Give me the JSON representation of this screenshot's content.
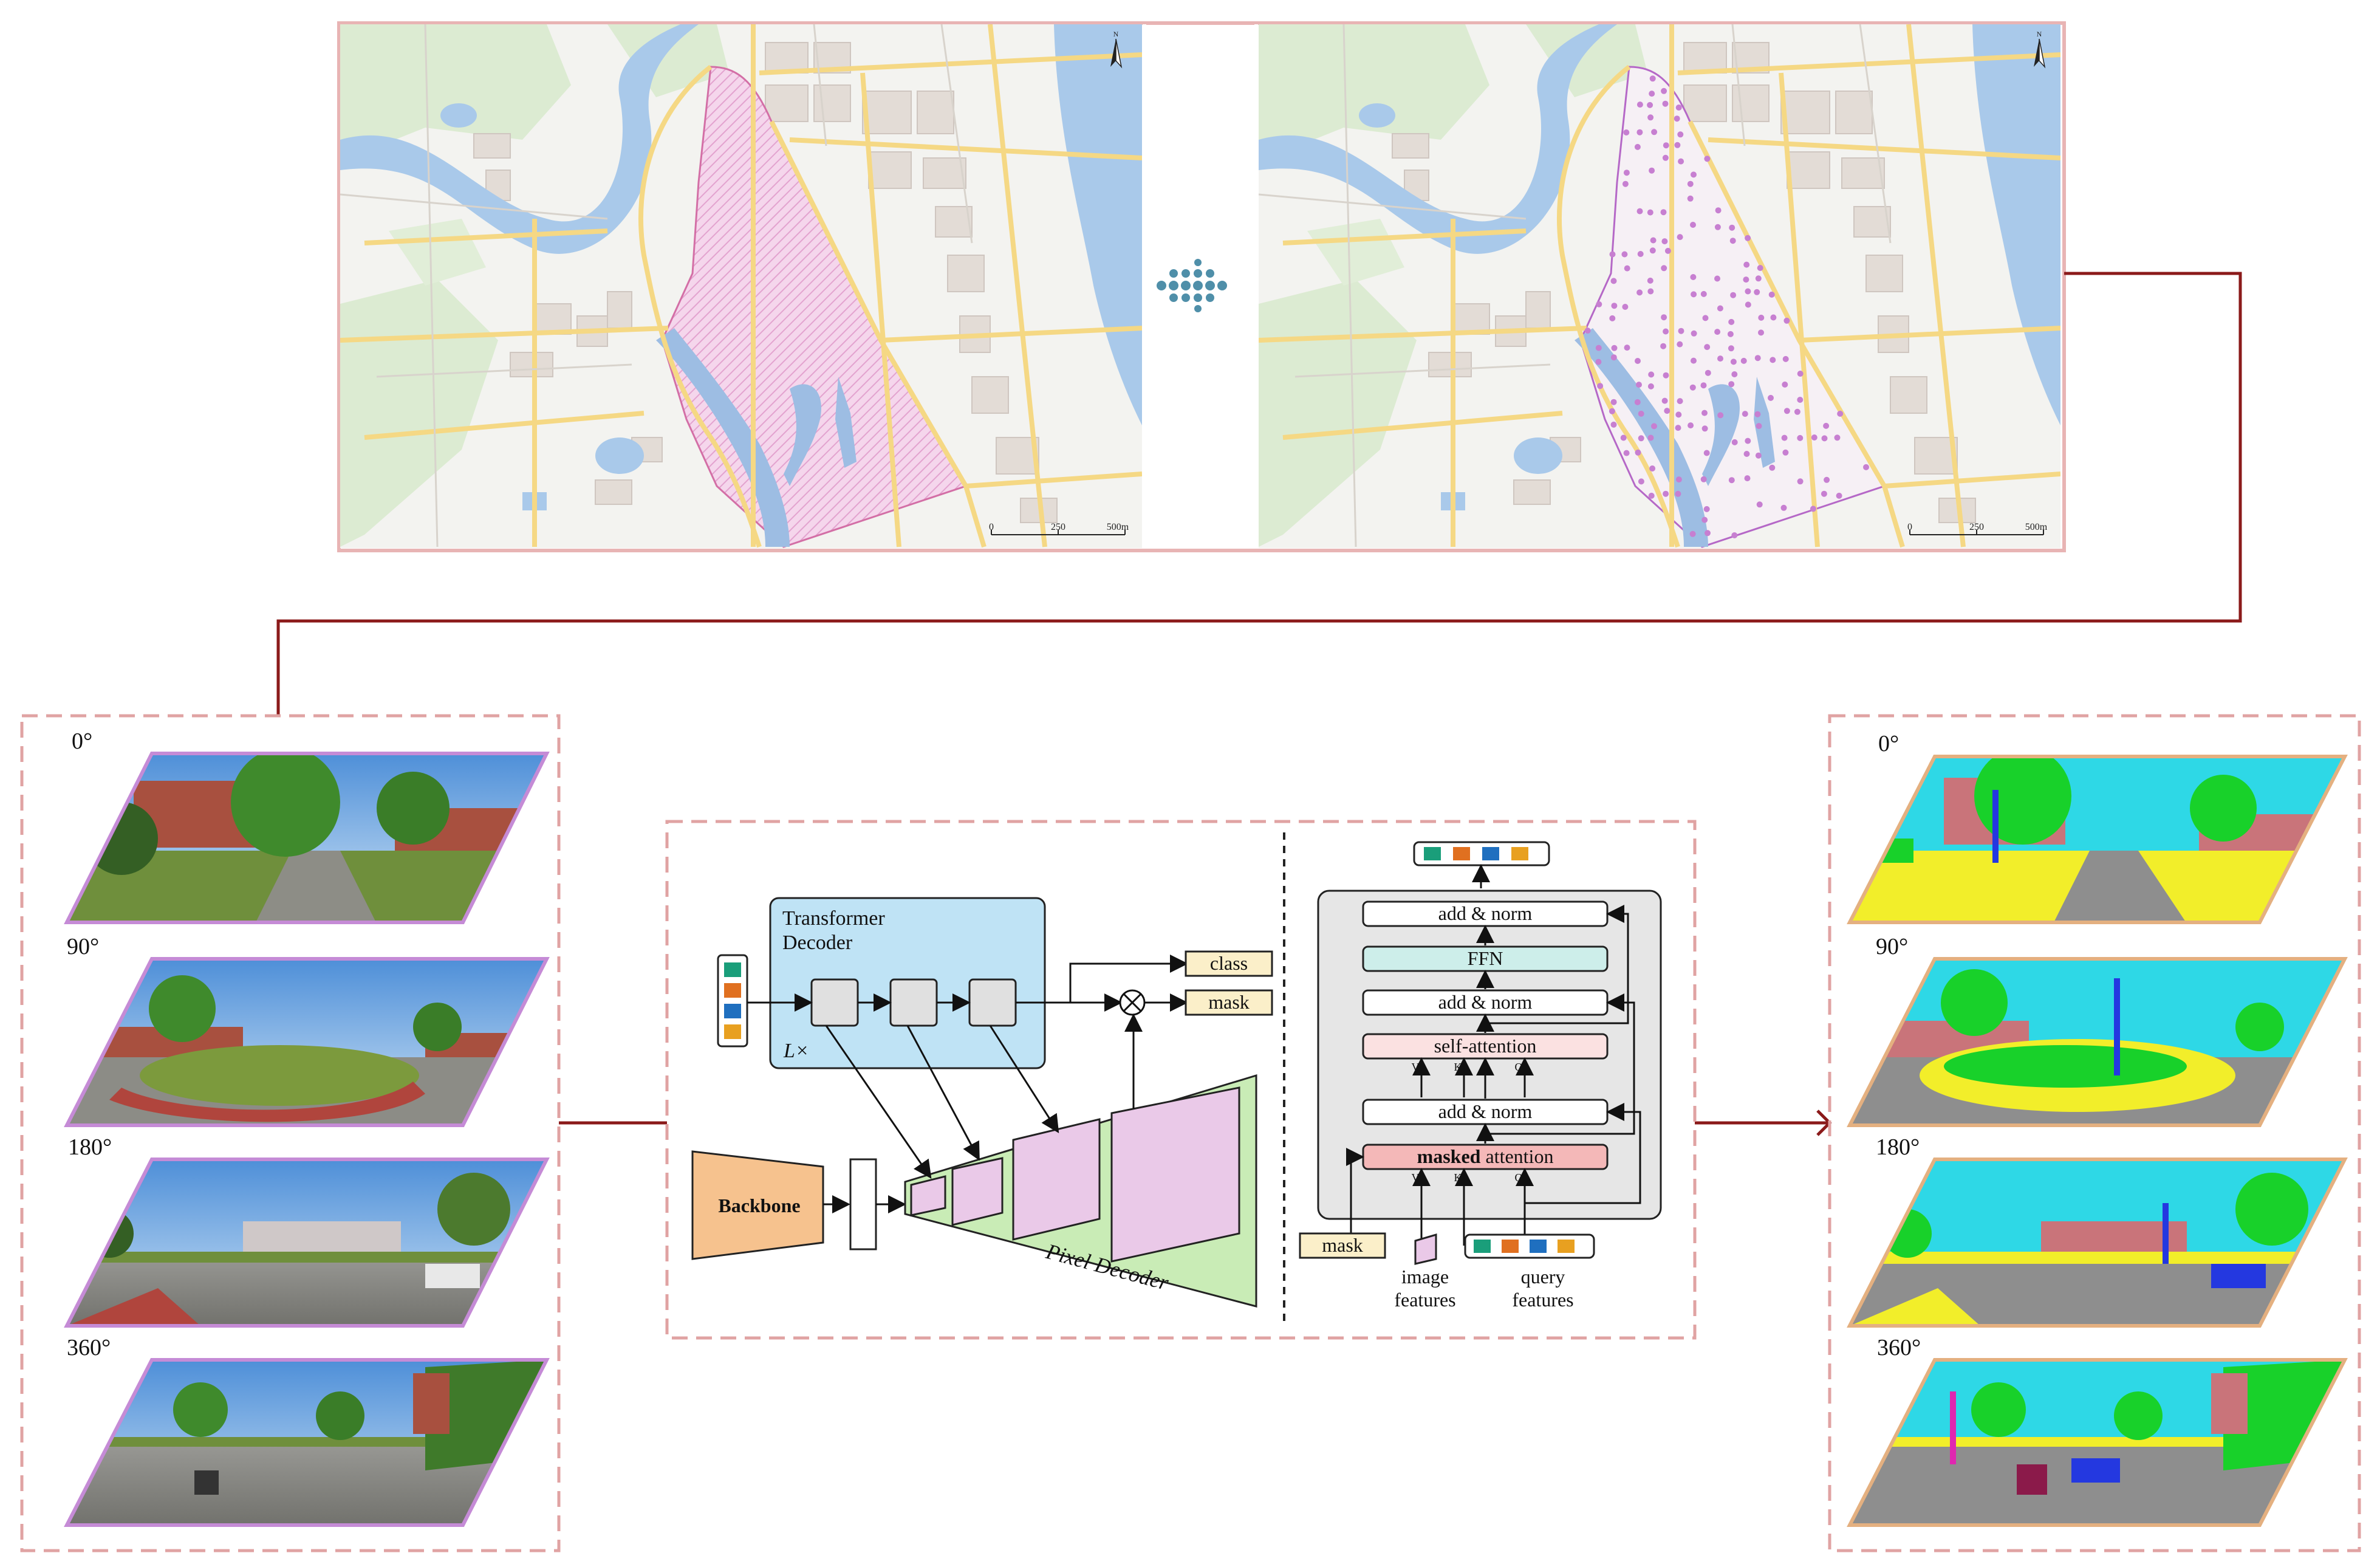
{
  "maps": {
    "arrow_label": "",
    "left": {
      "scale_ticks": [
        "0",
        "250",
        "500m"
      ],
      "north_label": "N"
    },
    "right": {
      "scale_ticks": [
        "0",
        "250",
        "500m"
      ],
      "north_label": "N"
    }
  },
  "input_views": {
    "angles": [
      "0°",
      "90°",
      "180°",
      "360°"
    ]
  },
  "segmented_views": {
    "angles": [
      "0°",
      "90°",
      "180°",
      "360°"
    ]
  },
  "architecture": {
    "transformer_decoder_title_line1": "Transformer",
    "transformer_decoder_title_line2": "Decoder",
    "repeat_label": "L×",
    "class_label": "class",
    "mask_label": "mask",
    "backbone_label": "Backbone",
    "pixel_decoder_label": "Pixel Decoder",
    "block": {
      "add_norm": "add & norm",
      "ffn": "FFN",
      "self_attention": "self-attention",
      "masked_word": "masked",
      "attention_word": " attention",
      "v": "V",
      "k": "K",
      "q": "Q"
    },
    "mask_input_label": "mask",
    "image_features_line1": "image",
    "image_features_line2": "features",
    "query_features_line1": "query",
    "query_features_line2": "features"
  },
  "colors": {
    "border_pink": "#e0a3a3",
    "connector": "#8b1a1a",
    "map_panel_border": "#e8b4b4",
    "view_border_left": "#c58bd6",
    "view_border_right": "#e4b080",
    "query_token_colors": [
      "#1a9e7a",
      "#e07020",
      "#1f6fbf",
      "#e8a020"
    ],
    "transformer_fill": "#bfe3f5",
    "pixel_decoder_fill": "#c9ecb6",
    "backbone_fill": "#f6c28e",
    "feature_fill": "#eac9e8",
    "label_fill": "#fbefc9",
    "ffn_fill": "#cdeeea",
    "self_attn_fill": "#fbe1e1",
    "masked_attn_fill": "#f4b8b8",
    "block_bg": "#e6e6e6"
  }
}
